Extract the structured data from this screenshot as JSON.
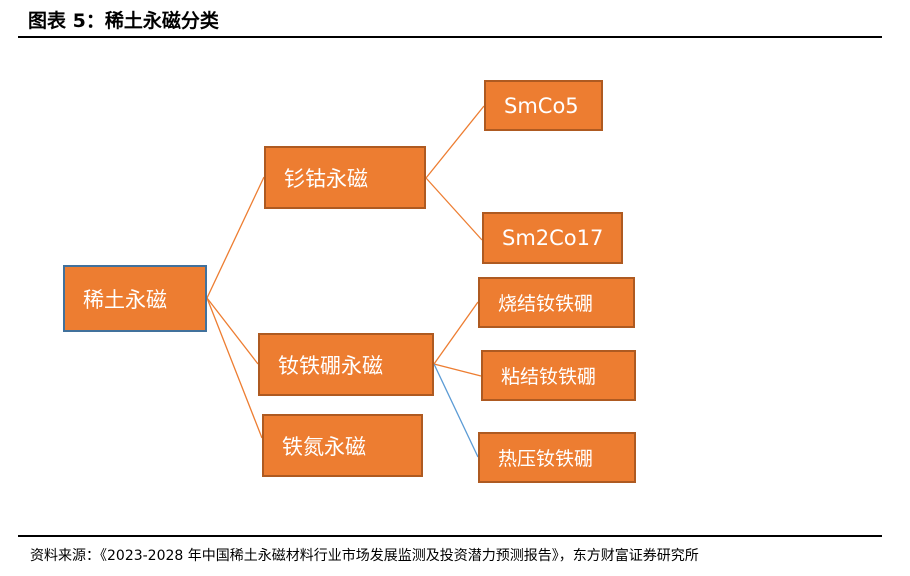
{
  "title": "图表 5：稀土永磁分类",
  "root": "稀土永磁",
  "level1": [
    "钐钴永磁",
    "钕铁硼永磁",
    "铁氮永磁"
  ],
  "smco_children": [
    "SmCo5",
    "Sm2Co17"
  ],
  "ndfeb_children": [
    "烧结钕铁硼",
    "粘结钕铁硼",
    "热压钕铁硼"
  ],
  "source": "资料来源：《2023-2028 年中国稀土永磁材料行业市场发展监测及投资潜力预测报告》，东方财富证券研究所",
  "colors": {
    "box": "#ED7D31",
    "line": "#ED7D31",
    "accent_line": "#5B9BD5",
    "root_border": "#41719C"
  }
}
